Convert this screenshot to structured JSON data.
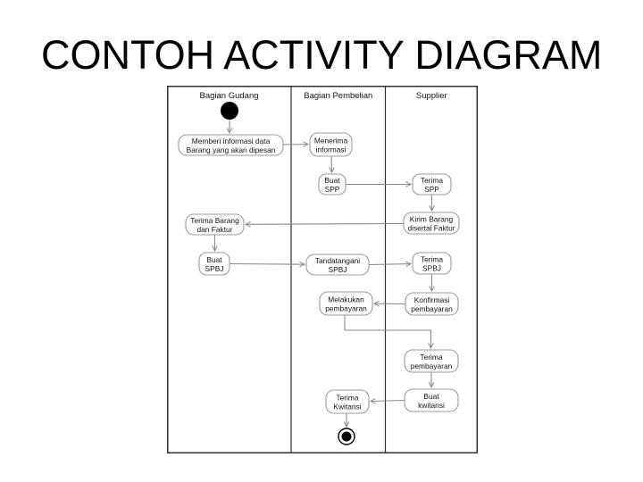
{
  "title": "CONTOH ACTIVITY DIAGRAM",
  "diagram": {
    "lanes": [
      "Bagian Gudang",
      "Bagian Pembelian",
      "Supplier"
    ],
    "nodes": [
      {
        "id": "memberi-informasi",
        "lines": [
          "Memberi informasi data",
          "Barang yang akan dipesan"
        ]
      },
      {
        "id": "menerima-informasi",
        "lines": [
          "Menerima",
          "informasi"
        ]
      },
      {
        "id": "buat-spp",
        "lines": [
          "Buat",
          "SPP"
        ]
      },
      {
        "id": "terima-spp",
        "lines": [
          "Terima",
          "SPP"
        ]
      },
      {
        "id": "kirim-barang",
        "lines": [
          "Kirim Barang",
          "disertai Faktur"
        ]
      },
      {
        "id": "terima-barang",
        "lines": [
          "Terima Barang",
          "dan Faktur"
        ]
      },
      {
        "id": "buat-spbj",
        "lines": [
          "Buat",
          "SPBJ"
        ]
      },
      {
        "id": "tandatangani-spbj",
        "lines": [
          "Tandatangani",
          "SPBJ"
        ]
      },
      {
        "id": "terima-spbj",
        "lines": [
          "Terima",
          "SPBJ"
        ]
      },
      {
        "id": "konfirmasi-pembayaran",
        "lines": [
          "Konfirmasi",
          "pembayaran"
        ]
      },
      {
        "id": "melakukan-pembayaran",
        "lines": [
          "Melakukan",
          "pembayaran"
        ]
      },
      {
        "id": "terima-pembayaran",
        "lines": [
          "Terima",
          "pembayaran"
        ]
      },
      {
        "id": "buat-kwitansi",
        "lines": [
          "Buat",
          "kwitansi"
        ]
      },
      {
        "id": "terima-kwitansi",
        "lines": [
          "Terima",
          "Kwitansi"
        ]
      }
    ],
    "colors": {
      "frame": "#2f2f2f",
      "box_border": "#9b9b9b",
      "box_fill": "#ffffff",
      "arrow": "#8a8a8a",
      "text": "#141414",
      "start_end_node": "#000000"
    }
  }
}
